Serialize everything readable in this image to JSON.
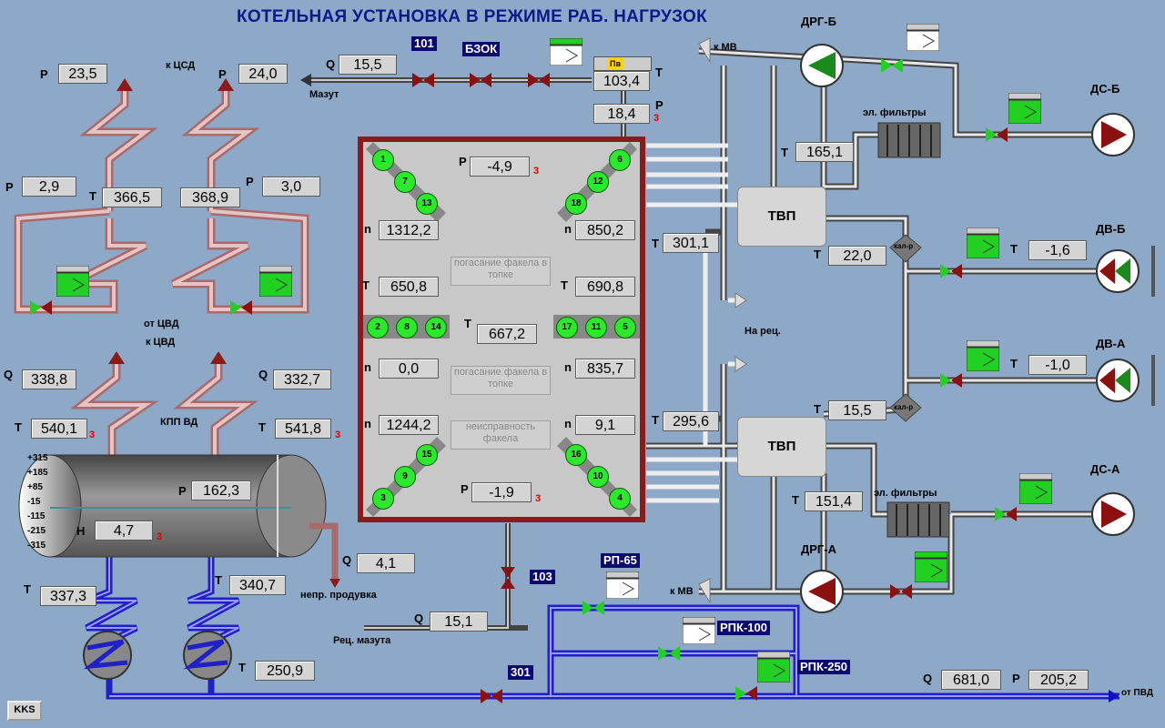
{
  "title": "КОТЕЛЬНАЯ УСТАНОВКА В РЕЖИМЕ РАБ. НАГРУЗОК",
  "kks": "KKS",
  "labels": {
    "p": "P",
    "t": "T",
    "q": "Q",
    "n": "n",
    "h": "H",
    "k_csd": "к ЦСД",
    "ot_cvd": "от ЦВД",
    "k_cvd": "к ЦВД",
    "kpp_vd": "КПП ВД",
    "mazut": "Мазут",
    "rec_mazuta": "Рец. мазута",
    "nepr_produvka": "непр. продувка",
    "k_mv_top": "к МВ",
    "k_mv_bottom": "к МВ",
    "na_rec": "На рец.",
    "el_filtry_top": "эл. фильтры",
    "el_filtry_bottom": "эл. фильтры",
    "drg_b": "ДРГ-Б",
    "drg_a": "ДРГ-А",
    "ds_b": "ДС-Б",
    "ds_a": "ДС-А",
    "dv_b": "ДВ-Б",
    "dv_a": "ДВ-А",
    "tvp": "ТВП",
    "kal_r": "кал-р",
    "ot_pvd": "от ПВД",
    "pv": "Пв"
  },
  "tags": {
    "v101": "101",
    "bzok": "БЗОК",
    "v103": "103",
    "rp65": "РП-65",
    "rpk100": "РПК-100",
    "rpk250": "РПК-250",
    "v301": "301"
  },
  "values": {
    "p_sh1": "23,5",
    "p_sh2": "24,0",
    "q_mazut": "15,5",
    "t_mazut": "103,4",
    "p_mazut": "18,4",
    "p_rh1": "2,9",
    "t_rh1": "366,5",
    "t_rh2": "368,9",
    "p_rh2": "3,0",
    "q_kpp1": "338,8",
    "q_kpp2": "332,7",
    "t_kpp1": "540,1",
    "t_kpp2": "541,8",
    "p_drum": "162,3",
    "h_drum": "4,7",
    "q_blowdown": "4,1",
    "t_ec1": "337,3",
    "t_ec2": "340,7",
    "t_fw": "250,9",
    "q_rec": "15,1",
    "q_pvd": "681,0",
    "p_pvd": "205,2",
    "f_p_top": "-4,9",
    "f_n_l1": "1312,2",
    "f_n_r1": "850,2",
    "f_t_l1": "650,8",
    "f_t_r1": "690,8",
    "f_t_mid": "667,2",
    "f_n_l2": "0,0",
    "f_n_r2": "835,7",
    "f_n_l3": "1244,2",
    "f_n_r3": "9,1",
    "f_p_bot": "-1,9",
    "t_gas1": "301,1",
    "t_gas2": "295,6",
    "t_tvp_b": "165,1",
    "t_tvp_a": "151,4",
    "t_air_b": "22,0",
    "t_air_a": "15,5",
    "t_dv_b": "-1,6",
    "t_dv_a": "-1,0"
  },
  "burners": {
    "tl": [
      "1",
      "7",
      "13"
    ],
    "tr": [
      "6",
      "12",
      "18"
    ],
    "ml": [
      "2",
      "8",
      "14"
    ],
    "mr": [
      "17",
      "11",
      "5"
    ],
    "bl": [
      "3",
      "9",
      "15"
    ],
    "br": [
      "16",
      "10",
      "4"
    ]
  },
  "furnace_notes": {
    "n1": "погасание факела в топке",
    "n2": "погасание факела в топке",
    "n3": "неисправность факела"
  },
  "drum_scale": [
    "+315",
    "+185",
    "+85",
    "-15",
    "-115",
    "-215",
    "-315"
  ],
  "colors": {
    "bg": "#8ea9c8",
    "pipe_steam": "#d9a8a8",
    "pipe_water": "#3a3ae8",
    "valve_red": "#8b1010",
    "valve_green": "#22d022",
    "lamp": "#2bea2b"
  }
}
